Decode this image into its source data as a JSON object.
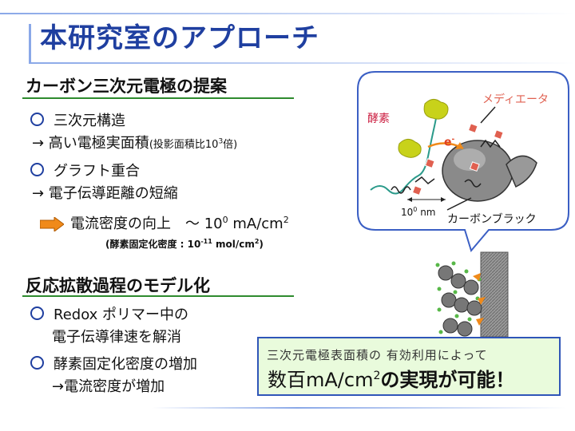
{
  "title": "本研究室のアプローチ",
  "section1": {
    "heading": "カーボン三次元電極の提案",
    "item1": "三次元構造",
    "item1_sub": "→ 高い電極実面積",
    "item1_sub_paren_prefix": "(投影面積比",
    "item1_sub_paren_base": "10",
    "item1_sub_paren_exp": "3",
    "item1_sub_paren_suffix": "倍)",
    "item2": "グラフト重合",
    "item2_sub": "→ 電子伝導距離の短縮",
    "result_prefix": "電流密度の向上　～ 10",
    "result_exp": "0",
    "result_suffix": " mA/cm",
    "result_exp2": "2",
    "note_prefix": "(酵素固定化密度 : 10",
    "note_exp": "-11",
    "note_mid": " mol/cm",
    "note_exp2": "2",
    "note_suffix": ")"
  },
  "section2": {
    "heading": "反応拡散過程のモデル化",
    "item1": "Redox ポリマー中の",
    "item1_cont": "電子伝導律速を解消",
    "item2": "酵素固定化密度の増加",
    "item2_sub": "→電流密度が増加"
  },
  "diagram": {
    "label_enzyme": "酵素",
    "label_mediator": "メディエータ",
    "label_electron": "e",
    "label_electron_sup": "-",
    "label_scale_base": "10",
    "label_scale_exp": "0",
    "label_scale_unit": " nm",
    "label_carbon": "カーボンブラック"
  },
  "highlight": {
    "line1": "三次元電極表面積の 有効利用によって",
    "line2_prefix": "数百mA/cm",
    "line2_exp": "2",
    "line2_suffix": "の実現が可能！"
  },
  "colors": {
    "title": "#1f3fa0",
    "accent_blue": "#2f55b8",
    "accent_orange": "#f08a1a",
    "callout_border": "#3b5fc4",
    "enzyme": "#c8d21a",
    "mediator": "#e06050",
    "green_box": "#e9fbdc"
  }
}
